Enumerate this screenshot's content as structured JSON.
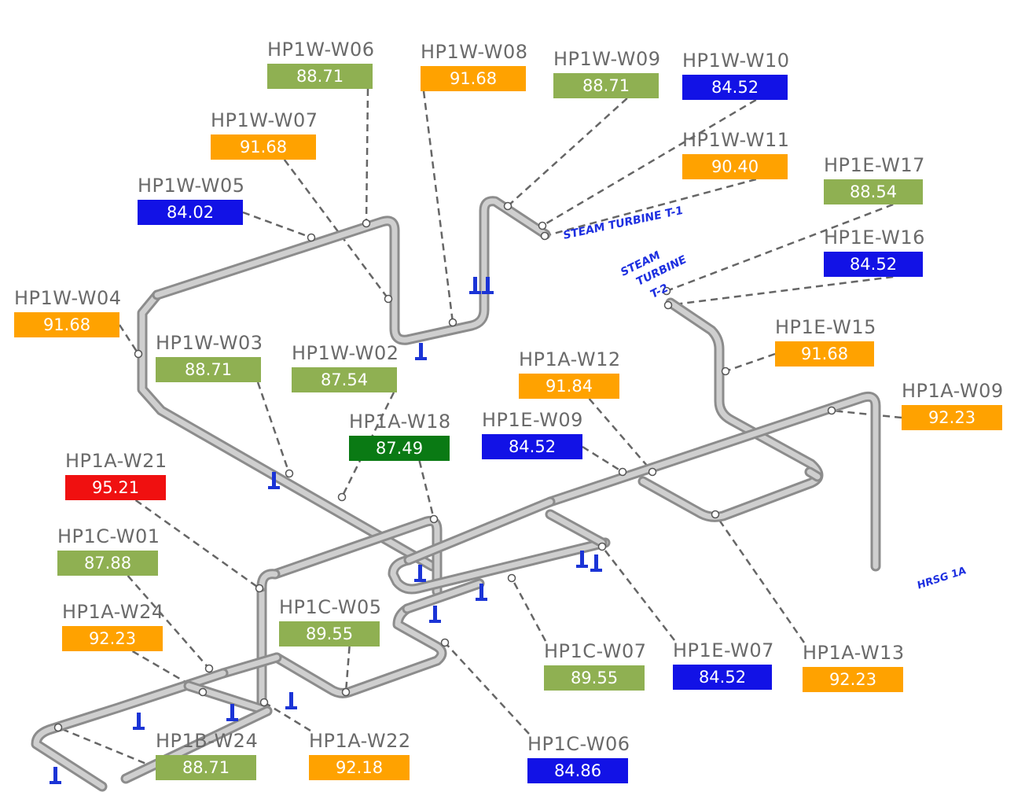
{
  "colors": {
    "green": "#8fb052",
    "orange": "#ffa200",
    "blue": "#1212e6",
    "red": "#f01010",
    "darkgreen": "#0a7a14",
    "pipe": "#a8a8a8",
    "support": "#1b34d6",
    "leader": "#666666"
  },
  "equipment_labels": [
    {
      "id": "st1",
      "text": "STEAM TURBINE T-1"
    },
    {
      "id": "st2a",
      "text": "STEAM"
    },
    {
      "id": "st2b",
      "text": "TURBINE"
    },
    {
      "id": "st2c",
      "text": "T-2"
    },
    {
      "id": "hrsg",
      "text": "HRSG 1A"
    }
  ],
  "welds": [
    {
      "id": "HP1W-W06",
      "name": "HP1W-W06",
      "value": "88.71",
      "color": "green"
    },
    {
      "id": "HP1W-W08",
      "name": "HP1W-W08",
      "value": "91.68",
      "color": "orange"
    },
    {
      "id": "HP1W-W09",
      "name": "HP1W-W09",
      "value": "88.71",
      "color": "green"
    },
    {
      "id": "HP1W-W10",
      "name": "HP1W-W10",
      "value": "84.52",
      "color": "blue"
    },
    {
      "id": "HP1W-W07",
      "name": "HP1W-W07",
      "value": "91.68",
      "color": "orange"
    },
    {
      "id": "HP1W-W11",
      "name": "HP1W-W11",
      "value": "90.40",
      "color": "orange"
    },
    {
      "id": "HP1E-W17",
      "name": "HP1E-W17",
      "value": "88.54",
      "color": "green"
    },
    {
      "id": "HP1W-W05",
      "name": "HP1W-W05",
      "value": "84.02",
      "color": "blue"
    },
    {
      "id": "HP1E-W16",
      "name": "HP1E-W16",
      "value": "84.52",
      "color": "blue"
    },
    {
      "id": "HP1W-W04",
      "name": "HP1W-W04",
      "value": "91.68",
      "color": "orange"
    },
    {
      "id": "HP1E-W15",
      "name": "HP1E-W15",
      "value": "91.68",
      "color": "orange"
    },
    {
      "id": "HP1W-W03",
      "name": "HP1W-W03",
      "value": "88.71",
      "color": "green"
    },
    {
      "id": "HP1W-W02",
      "name": "HP1W-W02",
      "value": "87.54",
      "color": "green"
    },
    {
      "id": "HP1A-W12",
      "name": "HP1A-W12",
      "value": "91.84",
      "color": "orange"
    },
    {
      "id": "HP1A-W09",
      "name": "HP1A-W09",
      "value": "92.23",
      "color": "orange"
    },
    {
      "id": "HP1A-W18",
      "name": "HP1A-W18",
      "value": "87.49",
      "color": "darkgreen"
    },
    {
      "id": "HP1E-W09",
      "name": "HP1E-W09",
      "value": "84.52",
      "color": "blue"
    },
    {
      "id": "HP1A-W21",
      "name": "HP1A-W21",
      "value": "95.21",
      "color": "red"
    },
    {
      "id": "HP1C-W01",
      "name": "HP1C-W01",
      "value": "87.88",
      "color": "green"
    },
    {
      "id": "HP1A-W24",
      "name": "HP1A-W24",
      "value": "92.23",
      "color": "orange"
    },
    {
      "id": "HP1C-W05",
      "name": "HP1C-W05",
      "value": "89.55",
      "color": "green"
    },
    {
      "id": "HP1C-W07",
      "name": "HP1C-W07",
      "value": "89.55",
      "color": "green"
    },
    {
      "id": "HP1E-W07",
      "name": "HP1E-W07",
      "value": "84.52",
      "color": "blue"
    },
    {
      "id": "HP1A-W13",
      "name": "HP1A-W13",
      "value": "92.23",
      "color": "orange"
    },
    {
      "id": "HP1B-W24",
      "name": "HP1B-W24",
      "value": "88.71",
      "color": "green"
    },
    {
      "id": "HP1A-W22",
      "name": "HP1A-W22",
      "value": "92.18",
      "color": "orange"
    },
    {
      "id": "HP1C-W06",
      "name": "HP1C-W06",
      "value": "84.86",
      "color": "blue"
    }
  ]
}
